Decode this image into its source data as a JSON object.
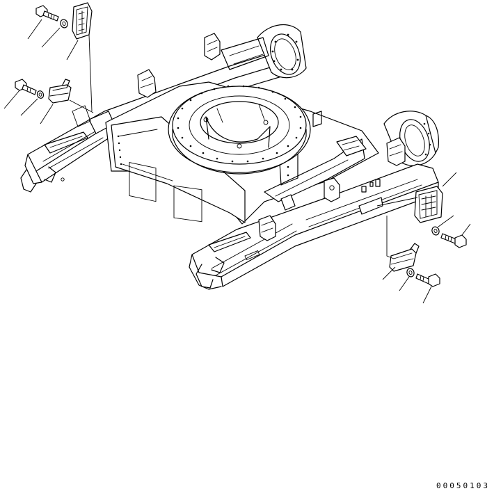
{
  "figure": {
    "code": "00050103"
  },
  "parts": [
    {
      "name": "left-front-bolt"
    },
    {
      "name": "left-front-washer"
    },
    {
      "name": "left-front-guard-plate"
    },
    {
      "name": "left-rear-bolt"
    },
    {
      "name": "left-rear-washer"
    },
    {
      "name": "left-rear-bracket"
    },
    {
      "name": "right-front-guard-plate"
    },
    {
      "name": "right-front-washer"
    },
    {
      "name": "right-front-bolt"
    },
    {
      "name": "right-rear-bracket"
    },
    {
      "name": "right-rear-washer"
    },
    {
      "name": "right-rear-bolt"
    }
  ]
}
